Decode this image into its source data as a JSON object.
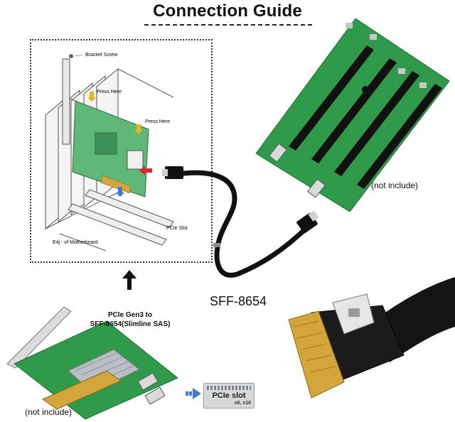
{
  "title": "Connection Guide",
  "diagram": {
    "bracket_screw": "Bracket Screw",
    "press_here_1": "Press Here",
    "press_here_2": "Press Here",
    "pcie_slot": "PCIe Slot",
    "motherboard": "E4j - of Motherboard"
  },
  "labels": {
    "cable": "SFF-8654",
    "adapter_card": "PCIe Gen3 to SFF-8654(Slimline SAS)",
    "not_include_top": "(not include)",
    "not_include_bottom": "(not include)",
    "pcie_slot": "PCIe slot",
    "pcie_slot_sizes": "x8, x16"
  },
  "icons": [
    "up-arrow-icon",
    "right-arrow-icon"
  ],
  "colors": {
    "pcb_green": "#2f9a4a",
    "diagram_card": "#5fb878",
    "gold_fingers": "#d4a53a",
    "cable_black": "#111111",
    "arrow_blue": "#3a7bd5",
    "arrow_red": "#d62b2b"
  }
}
